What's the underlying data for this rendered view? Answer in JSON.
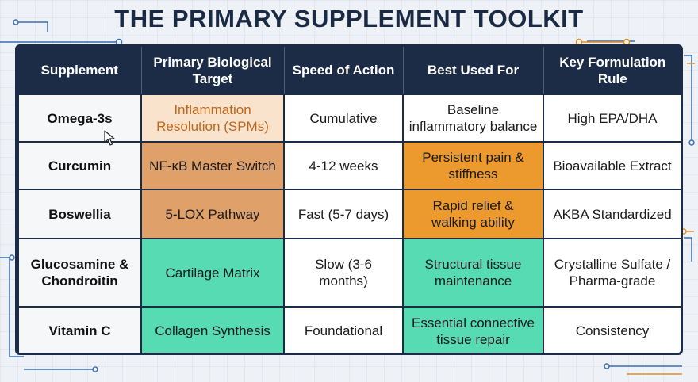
{
  "title": "THE PRIMARY SUPPLEMENT TOOLKIT",
  "table": {
    "headers": [
      "Supplement",
      "Primary Biological Target",
      "Speed of Action",
      "Best Used For",
      "Key Formulation Rule"
    ],
    "rows": [
      [
        "Omega-3s",
        "Inflammation Resolution (SPMs)",
        "Cumulative",
        "Baseline inflammatory balance",
        "High EPA/DHA"
      ],
      [
        "Curcumin",
        "NF-κB Master Switch",
        "4-12 weeks",
        "Persistent pain & stiffness",
        "Bioavailable Extract"
      ],
      [
        "Boswellia",
        "5-LOX Pathway",
        "Fast (5-7 days)",
        "Rapid relief & walking ability",
        "AKBA Standardized"
      ],
      [
        "Glucosamine & Chondroitin",
        "Cartilage Matrix",
        "Slow (3-6 months)",
        "Structural tissue maintenance",
        "Crystalline Sulfate / Pharma-grade"
      ],
      [
        "Vitamin C",
        "Collagen Synthesis",
        "Foundational",
        "Essential connective tissue repair",
        "Consistency"
      ]
    ]
  },
  "colors": {
    "header_bg": "#1c2b46",
    "peach": "#f9e3cd",
    "tan": "#dfa06a",
    "orange": "#ec9a2e",
    "mint": "#56dbb2"
  }
}
